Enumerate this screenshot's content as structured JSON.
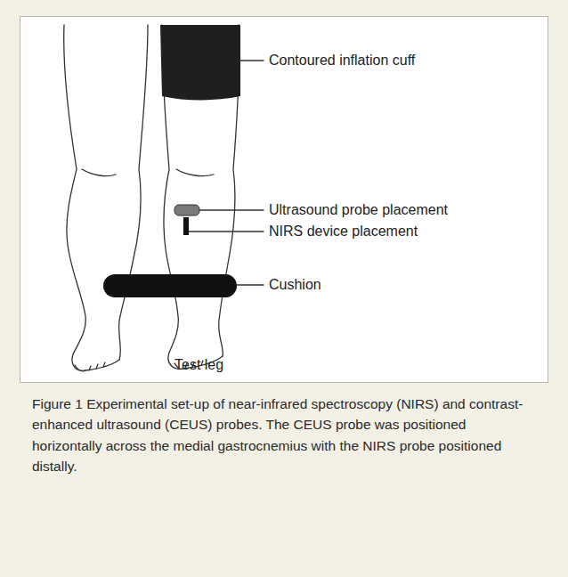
{
  "diagram": {
    "caption": "Figure 1 Experimental set-up of near-infrared spectroscopy (NIRS) and contrast-enhanced ultrasound (CEUS) probes. The CEUS probe was positioned horizontally across the medial gastrocnemius with the NIRS probe positioned distally.",
    "labels": [
      "Contoured inflation cuff",
      "Ultrasound probe placement",
      "NIRS device placement",
      "Cushion",
      "Test leg"
    ]
  }
}
